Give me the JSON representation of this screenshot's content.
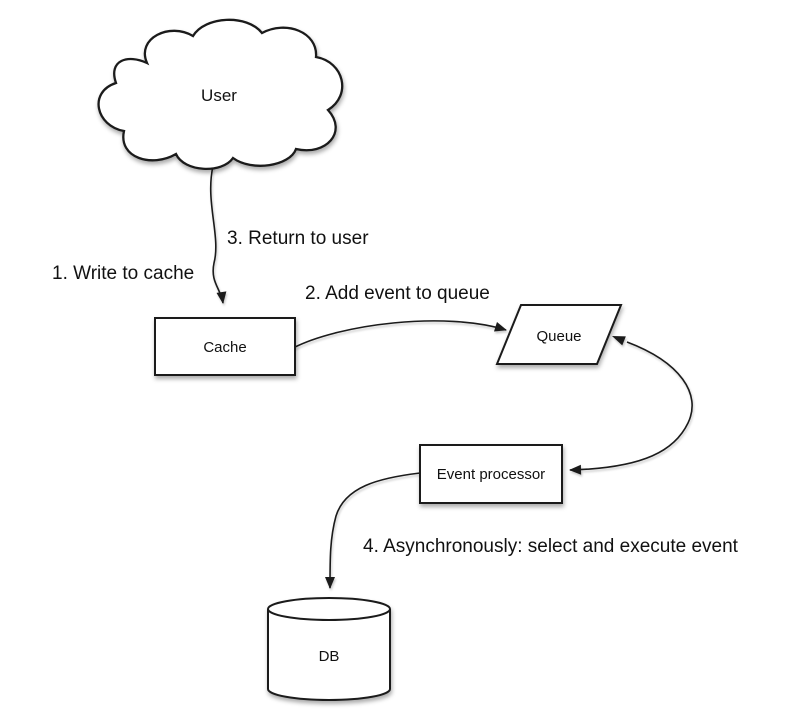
{
  "diagram": {
    "background": "#ffffff",
    "nodes": [
      {
        "id": "user",
        "label": "User",
        "shape": "cloud"
      },
      {
        "id": "cache",
        "label": "Cache",
        "shape": "rectangle"
      },
      {
        "id": "queue",
        "label": "Queue",
        "shape": "parallelogram"
      },
      {
        "id": "event-processor",
        "label": "Event processor",
        "shape": "rectangle"
      },
      {
        "id": "db",
        "label": "DB",
        "shape": "cylinder"
      }
    ],
    "edges": [
      {
        "from": "User",
        "to": "Cache",
        "label": "1. Write to cache",
        "style": "arrow"
      },
      {
        "from": "Cache",
        "to": "Queue",
        "label": "2. Add event to queue",
        "style": "arrow"
      },
      {
        "from": "Cache",
        "to": "User",
        "label": "3. Return to user",
        "style": "arrow"
      },
      {
        "from": "Event processor",
        "to": "DB",
        "label": "4. Asynchronously: select and execute event",
        "style": "arrow"
      },
      {
        "from": "Queue",
        "to": "Event processor",
        "label": "",
        "style": "double-arrow"
      }
    ],
    "colors": {
      "stroke": "#1b1b1b",
      "shape_fill": "#ffffff",
      "text": "#111111"
    }
  }
}
